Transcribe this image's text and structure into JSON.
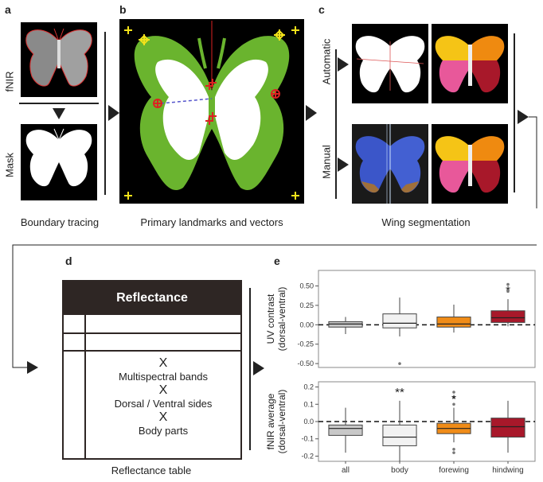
{
  "panels": {
    "a": {
      "letter": "a",
      "labels": [
        "fNIR",
        "Mask"
      ],
      "caption": "Boundary tracing"
    },
    "b": {
      "letter": "b",
      "caption": "Primary landmarks and vectors"
    },
    "c": {
      "letter": "c",
      "labels": [
        "Automatic",
        "Manual"
      ],
      "caption": "Wing segmentation"
    },
    "d": {
      "letter": "d",
      "header": "Reflectance",
      "lines": [
        "X",
        "Multispectral bands",
        "X",
        "Dorsal / Ventral sides",
        "X",
        "Body parts"
      ],
      "caption": "Reflectance table"
    },
    "e": {
      "letter": "e"
    }
  },
  "colors": {
    "black": "#000000",
    "green": "#6ab42e",
    "yellow_part": "#f5c416",
    "orange_part": "#ef8a10",
    "pink_part": "#e8589a",
    "red_part": "#a8182a",
    "grey_box": "#c8c8c8",
    "white_box": "#f2f2f2",
    "orange_box": "#f08c18",
    "red_box": "#a8182a",
    "dark": "#2e2624"
  },
  "chart_data": [
    {
      "type": "box",
      "ylabel": "UV contrast\n(dorsal-ventral)",
      "ylim": [
        -0.55,
        0.7
      ],
      "yticks": [
        "0.50",
        "0.25",
        "0.00",
        "-0.25",
        "-0.50"
      ],
      "ytick_values": [
        0.5,
        0.25,
        0.0,
        -0.25,
        -0.5
      ],
      "categories": [
        "all",
        "body",
        "forewing",
        "hindwing"
      ],
      "significance": [
        "",
        "",
        "",
        "*"
      ],
      "boxes": [
        {
          "q1": -0.03,
          "median": 0.01,
          "q3": 0.04,
          "low": -0.12,
          "high": 0.1,
          "outliers": []
        },
        {
          "q1": -0.04,
          "median": 0.02,
          "q3": 0.14,
          "low": -0.15,
          "high": 0.35,
          "outliers": [
            -0.5
          ]
        },
        {
          "q1": -0.03,
          "median": 0.01,
          "q3": 0.1,
          "low": -0.1,
          "high": 0.26,
          "outliers": []
        },
        {
          "q1": 0.03,
          "median": 0.09,
          "q3": 0.18,
          "low": -0.02,
          "high": 0.33,
          "outliers": [
            0.43,
            0.52
          ]
        }
      ]
    },
    {
      "type": "box",
      "ylabel": "fNIR average\n(dorsal-ventral)",
      "ylim": [
        -0.23,
        0.23
      ],
      "yticks": [
        "0.2",
        "0.1",
        "0.0",
        "-0.1",
        "-0.2"
      ],
      "ytick_values": [
        0.2,
        0.1,
        0.0,
        -0.1,
        -0.2
      ],
      "categories": [
        "all",
        "body",
        "forewing",
        "hindwing"
      ],
      "xticklabels": [
        "all",
        "body",
        "forewing",
        "hindwing"
      ],
      "significance": [
        "",
        "**",
        "*",
        ""
      ],
      "boxes": [
        {
          "q1": -0.08,
          "median": -0.04,
          "q3": -0.02,
          "low": -0.18,
          "high": 0.08,
          "outliers": []
        },
        {
          "q1": -0.14,
          "median": -0.09,
          "q3": -0.02,
          "low": -0.24,
          "high": 0.12,
          "outliers": []
        },
        {
          "q1": -0.07,
          "median": -0.04,
          "q3": -0.01,
          "low": -0.12,
          "high": 0.08,
          "outliers": [
            0.1,
            0.14,
            0.17,
            -0.16,
            -0.18
          ]
        },
        {
          "q1": -0.09,
          "median": -0.03,
          "q3": 0.02,
          "low": -0.18,
          "high": 0.12,
          "outliers": []
        }
      ]
    }
  ]
}
